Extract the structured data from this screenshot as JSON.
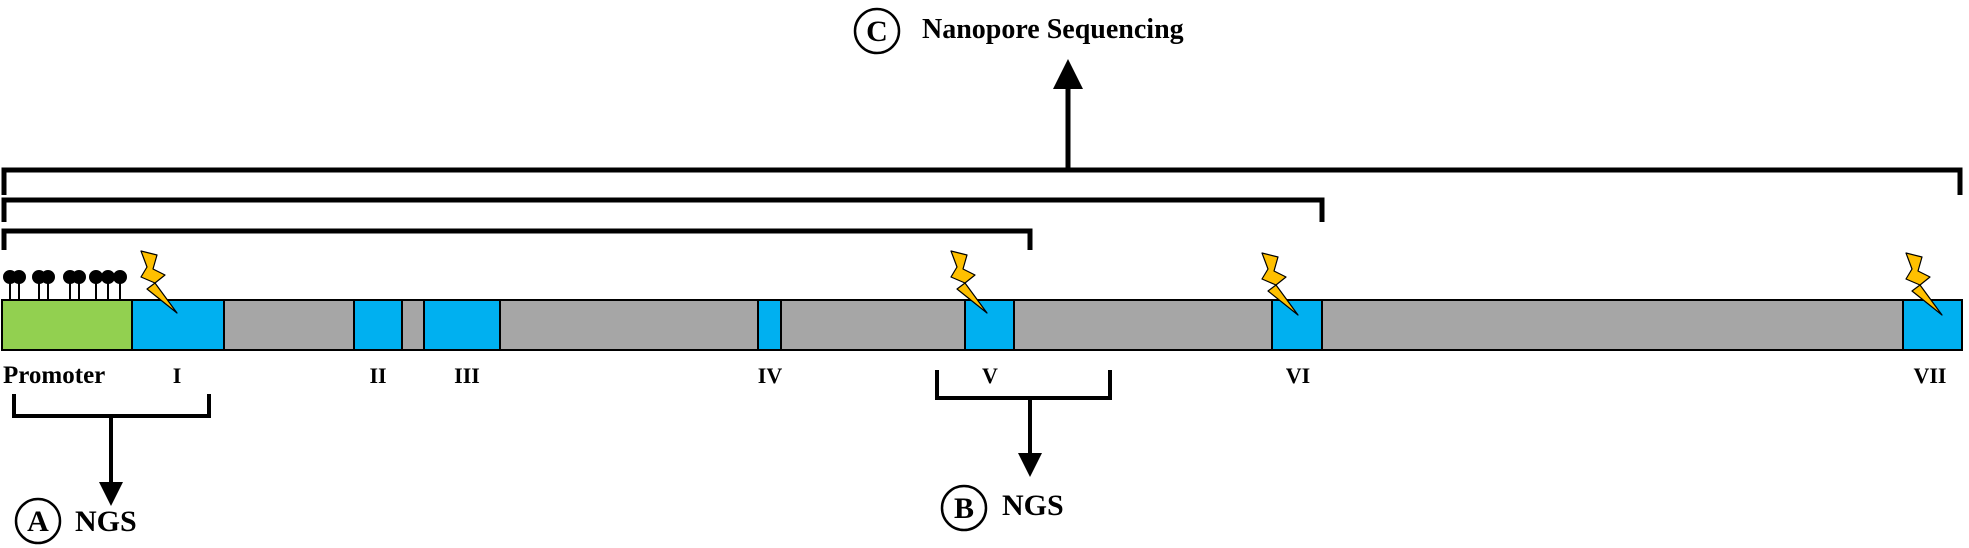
{
  "labels": {
    "promoter": "Promoter",
    "exons": [
      "I",
      "II",
      "III",
      "IV",
      "V",
      "VI",
      "VII"
    ],
    "method_a": {
      "letter": "A",
      "text": "NGS"
    },
    "method_b": {
      "letter": "B",
      "text": "NGS"
    },
    "method_c": {
      "letter": "C",
      "text": "Nanopore Sequencing"
    }
  },
  "colors": {
    "promoter": "#92d050",
    "exon": "#00b0f0",
    "intron": "#a6a6a6",
    "lightning": "#ffc000",
    "outline": "#000000"
  },
  "icons": {
    "lightning": "lightning-bolt-icon",
    "methylation": "methylation-lollipop-icon"
  }
}
